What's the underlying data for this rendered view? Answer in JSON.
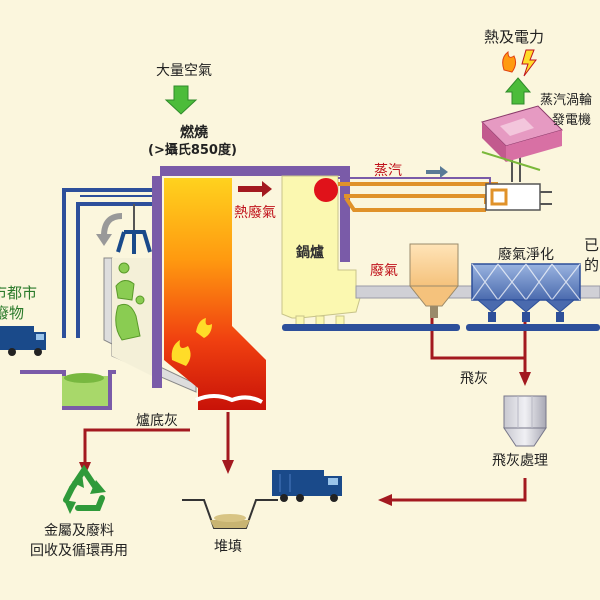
{
  "labels": {
    "air": "大量空氣",
    "burn": "燃燒",
    "burn_temp": "(>攝氏850度)",
    "heat_power": "熱及電力",
    "turbine_l1": "蒸汽渦輪",
    "turbine_l2": "發電機",
    "steam": "蒸汽",
    "hot_gas": "熱廢氣",
    "boiler": "鍋爐",
    "flue_gas": "廢氣",
    "gas_clean": "廢氣淨化",
    "right_edge_1": "已",
    "right_edge_2": "的",
    "msw_1": "市都市",
    "msw_2": "廢物",
    "fly_ash": "飛灰",
    "fly_ash_treat": "飛灰處理",
    "bottom_ash": "爐底灰",
    "metal_1": "金屬及廢料",
    "metal_2": "回收及循環再用",
    "landfill": "堆填"
  },
  "colors": {
    "background": "#fbf6dd",
    "flow_red": "#a3191f",
    "steam_orange": "#e0922a",
    "boiler_yellow": "#fbf8b0",
    "furnace_frame": "#7a5ba8",
    "conveyor": "#2d4f9a",
    "truck_blue": "#1a4a8a",
    "arrow_green": "#4cbc3a",
    "recycle_green": "#2f9a3a"
  }
}
